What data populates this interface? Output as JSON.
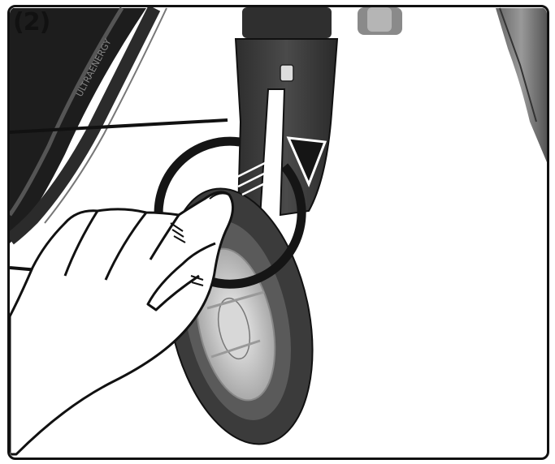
{
  "figure": {
    "step_label": "(2)",
    "tire_text": "ULTRAENERGY",
    "icons": {
      "wheel": "rear-wheel-illustration",
      "caster": "caster-wheel-illustration",
      "fork": "caster-fork-illustration",
      "hand": "hand-illustration",
      "arrow": "rotation-arrow-icon"
    },
    "colors": {
      "line": "#111111",
      "tire": "#2b2b2b",
      "frame": "#3a3a3a",
      "arrow": "#151515",
      "hub": "#c9c9c9"
    }
  }
}
